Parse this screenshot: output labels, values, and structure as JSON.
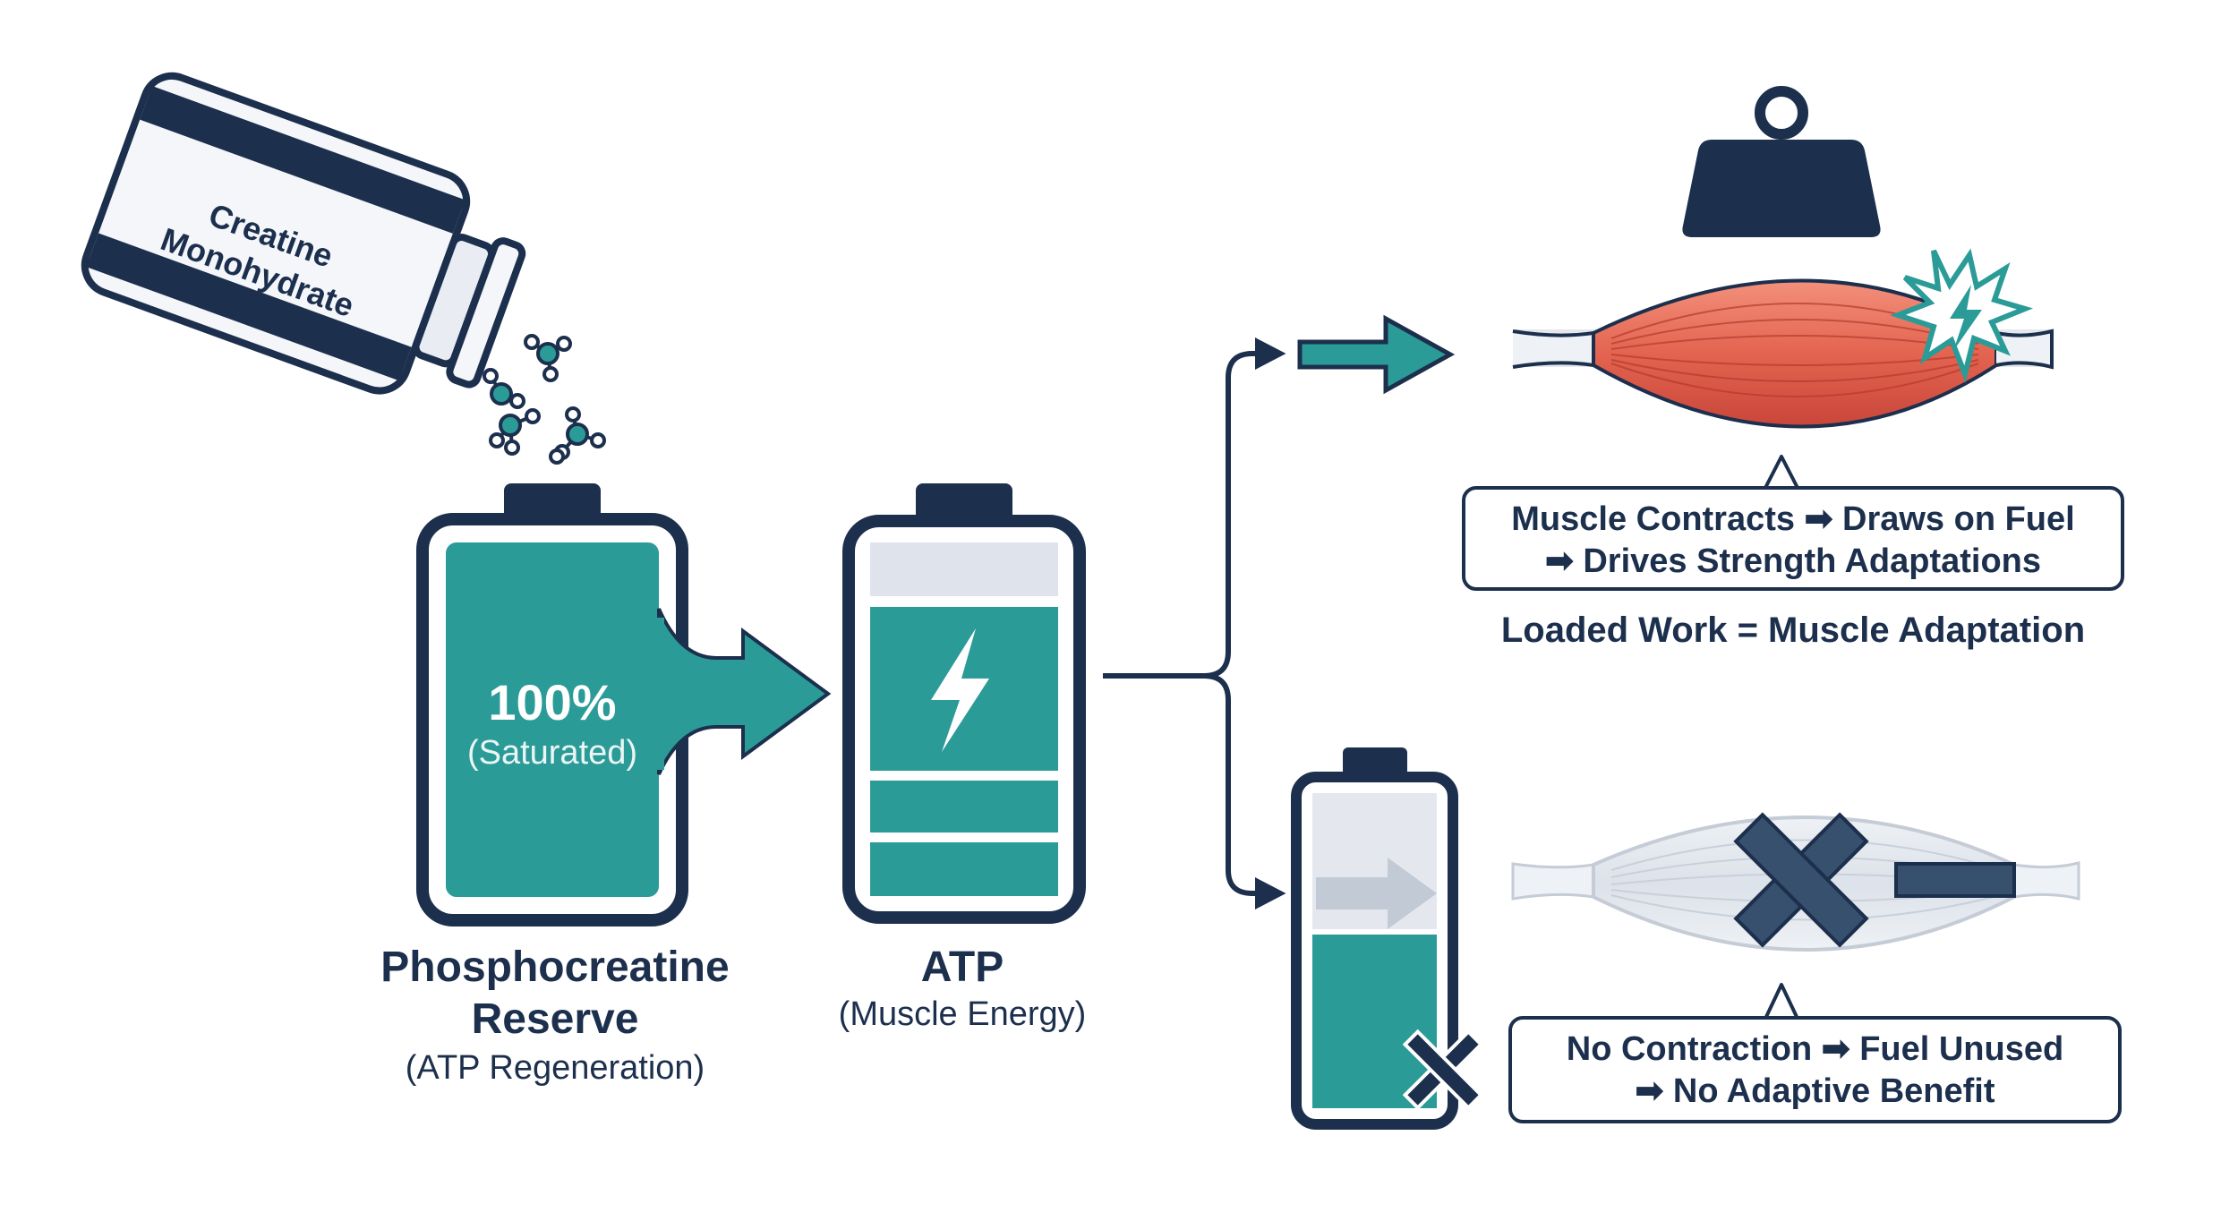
{
  "bottle": {
    "label_line1": "Creatine",
    "label_line2": "Monohydrate"
  },
  "pcr_battery": {
    "percent": "100%",
    "status": "(Saturated)",
    "fill_level": 1.0
  },
  "pcr_label": {
    "line1": "Phosphocreatine",
    "line2": "Reserve",
    "sub": "(ATP Regeneration)"
  },
  "atp_label": {
    "title": "ATP",
    "sub": "(Muscle Energy)"
  },
  "top_branch": {
    "callout_line1_a": "Muscle Contracts",
    "callout_line1_b": "Draws on Fuel",
    "callout_line2": "Drives Strength Adaptations",
    "caption": "Loaded Work = Muscle Adaptation"
  },
  "bottom_branch": {
    "callout_line1_a": "No Contraction",
    "callout_line1_b": "Fuel Unused",
    "callout_line2": "No Adaptive Benefit"
  },
  "arrow_glyph": "➡",
  "colors": {
    "navy": "#1c2f4d",
    "teal": "#2b9b98",
    "muscle": "#e0604c",
    "muscle_light": "#f08a75",
    "grey": "#e6e9ee"
  }
}
